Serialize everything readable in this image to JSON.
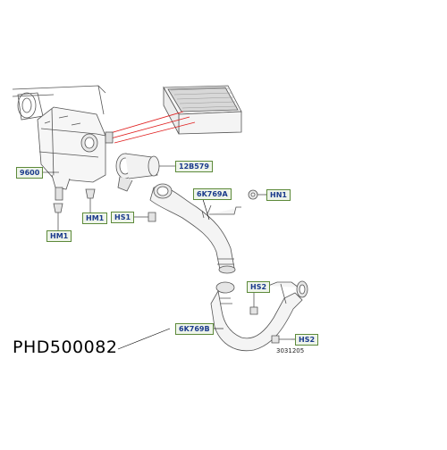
{
  "diagram": {
    "part_number": "PHD500082",
    "figure_id": "3031205",
    "labels": {
      "p9600": "9600",
      "p12B579": "12B579",
      "p6K769A": "6K769A",
      "hn1": "HN1",
      "hm1_upper": "HM1",
      "hm1_lower": "HM1",
      "hs1": "HS1",
      "hs2_upper": "HS2",
      "hs2_lower": "HS2",
      "p6K769B": "6K769B"
    },
    "colors": {
      "label_text": "#1a3a8c",
      "label_border": "#5d8a3a",
      "label_fill": "#eef4ea",
      "highlight_lines": "#e02020",
      "line_art": "#333333"
    }
  }
}
